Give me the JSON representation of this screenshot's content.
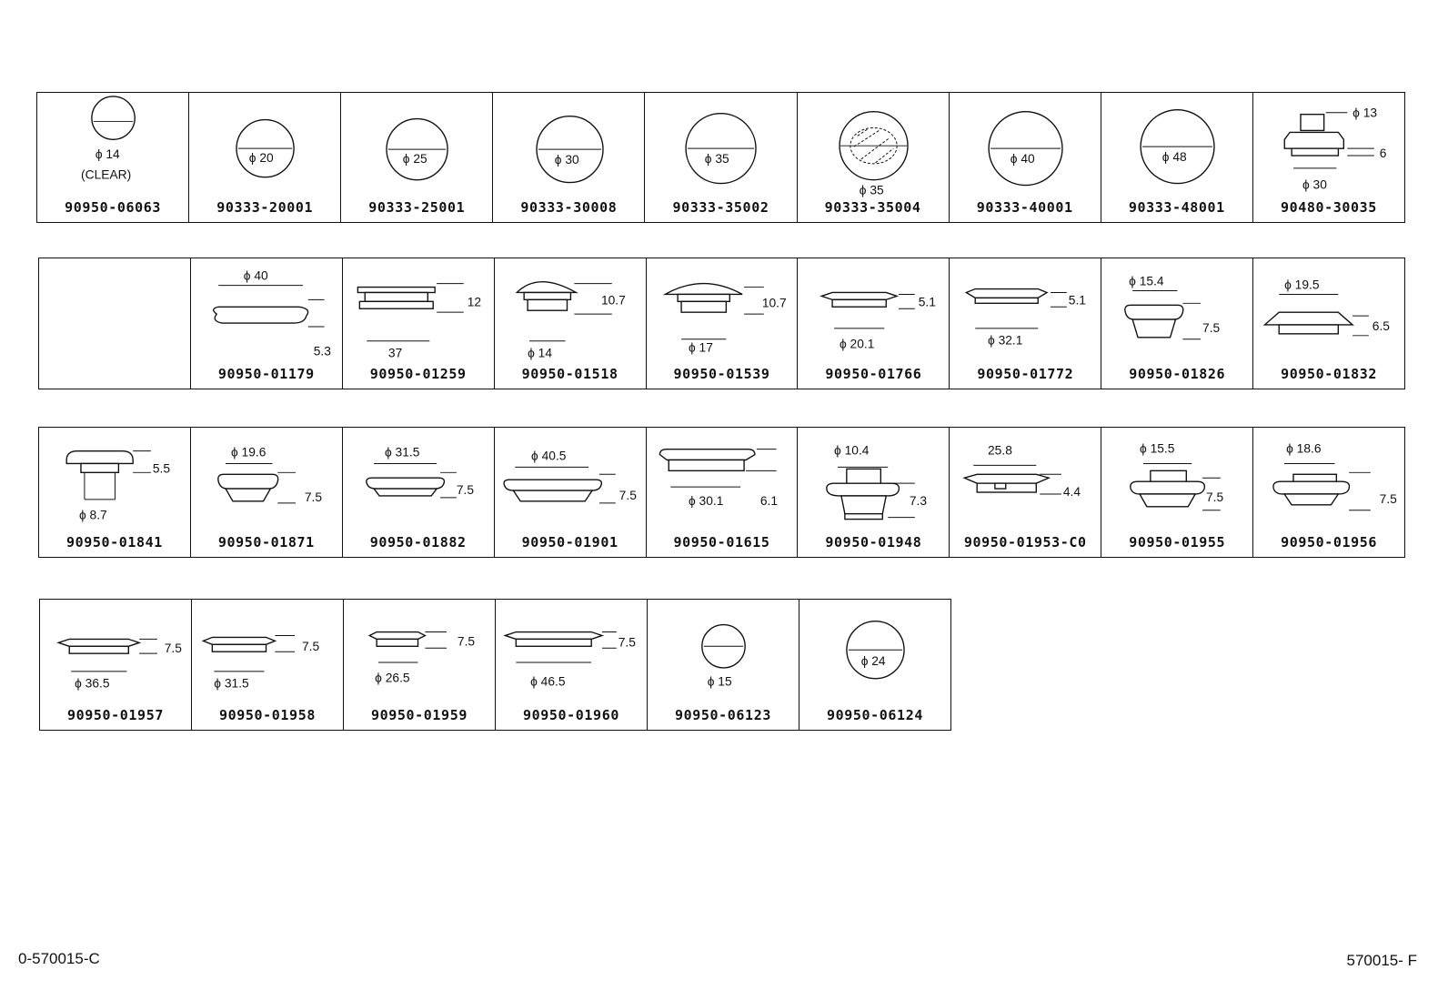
{
  "footer": {
    "left": "0-570015-C",
    "right": "570015- F"
  },
  "rows": [
    [
      {
        "part": "90950-06063",
        "dims": [
          "ϕ 14",
          "(CLEAR)"
        ]
      },
      {
        "part": "90333-20001",
        "dims": [
          "ϕ 20"
        ]
      },
      {
        "part": "90333-25001",
        "dims": [
          "ϕ 25"
        ]
      },
      {
        "part": "90333-30008",
        "dims": [
          "ϕ 30"
        ]
      },
      {
        "part": "90333-35002",
        "dims": [
          "ϕ 35"
        ]
      },
      {
        "part": "90333-35004",
        "dims": [
          "ϕ 35"
        ]
      },
      {
        "part": "90333-40001",
        "dims": [
          "ϕ 40"
        ]
      },
      {
        "part": "90333-48001",
        "dims": [
          "ϕ 48"
        ]
      },
      {
        "part": "90480-30035",
        "dims": [
          "ϕ 13",
          "6",
          "ϕ 30"
        ]
      }
    ],
    [
      {
        "part": "",
        "dims": []
      },
      {
        "part": "90950-01179",
        "dims": [
          "ϕ 40",
          "5.3"
        ]
      },
      {
        "part": "90950-01259",
        "dims": [
          "12",
          "37"
        ]
      },
      {
        "part": "90950-01518",
        "dims": [
          "10.7",
          "ϕ 14"
        ]
      },
      {
        "part": "90950-01539",
        "dims": [
          "10.7",
          "ϕ 17"
        ]
      },
      {
        "part": "90950-01766",
        "dims": [
          "5.1",
          "ϕ 20.1"
        ]
      },
      {
        "part": "90950-01772",
        "dims": [
          "5.1",
          "ϕ 32.1"
        ]
      },
      {
        "part": "90950-01826",
        "dims": [
          "ϕ 15.4",
          "7.5"
        ]
      },
      {
        "part": "90950-01832",
        "dims": [
          "ϕ 19.5",
          "6.5"
        ]
      }
    ],
    [
      {
        "part": "90950-01841",
        "dims": [
          "5.5",
          "ϕ 8.7"
        ]
      },
      {
        "part": "90950-01871",
        "dims": [
          "ϕ 19.6",
          "7.5"
        ]
      },
      {
        "part": "90950-01882",
        "dims": [
          "ϕ 31.5",
          "7.5"
        ]
      },
      {
        "part": "90950-01901",
        "dims": [
          "ϕ 40.5",
          "7.5"
        ]
      },
      {
        "part": "90950-01615",
        "dims": [
          "ϕ 30.1",
          "6.1"
        ]
      },
      {
        "part": "90950-01948",
        "dims": [
          "ϕ 10.4",
          "7.3"
        ]
      },
      {
        "part": "90950-01953-C0",
        "dims": [
          "25.8",
          "4.4"
        ]
      },
      {
        "part": "90950-01955",
        "dims": [
          "ϕ 15.5",
          "7.5"
        ]
      },
      {
        "part": "90950-01956",
        "dims": [
          "ϕ 18.6",
          "7.5"
        ]
      }
    ],
    [
      {
        "part": "90950-01957",
        "dims": [
          "7.5",
          "ϕ 36.5"
        ]
      },
      {
        "part": "90950-01958",
        "dims": [
          "7.5",
          "ϕ 31.5"
        ]
      },
      {
        "part": "90950-01959",
        "dims": [
          "7.5",
          "ϕ 26.5"
        ]
      },
      {
        "part": "90950-01960",
        "dims": [
          "7.5",
          "ϕ 46.5"
        ]
      },
      {
        "part": "90950-06123",
        "dims": [
          "ϕ 15"
        ]
      },
      {
        "part": "90950-06124",
        "dims": [
          "ϕ 24"
        ]
      }
    ]
  ]
}
